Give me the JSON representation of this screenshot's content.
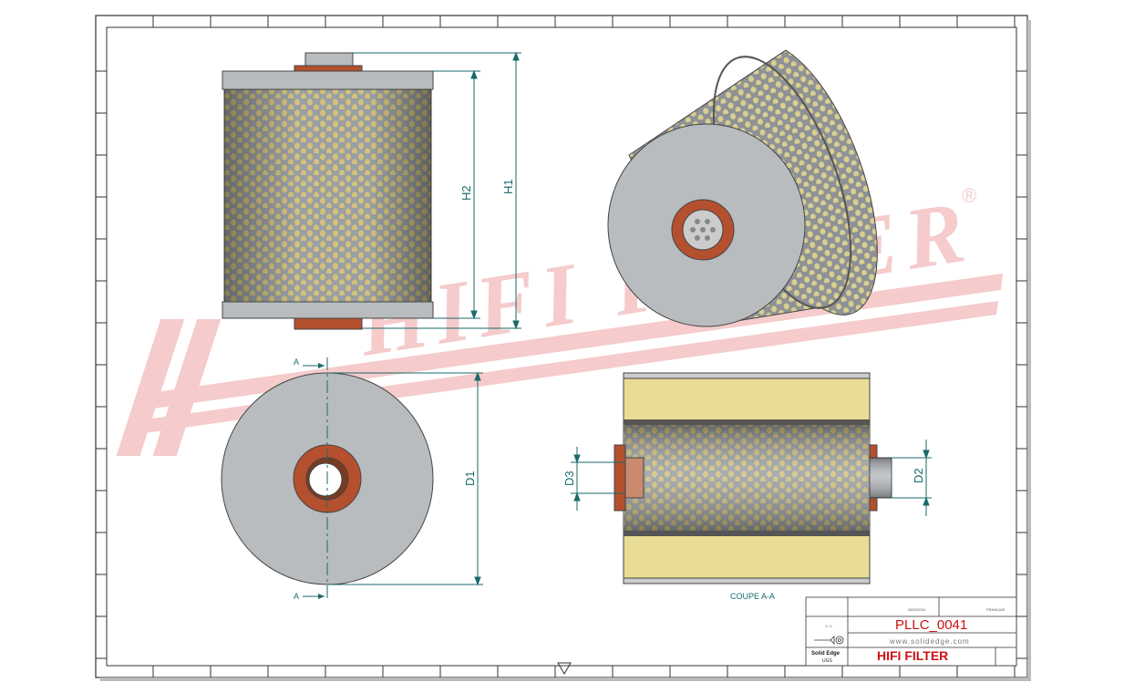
{
  "watermark": {
    "text": "HIFI FILTER",
    "registered": "®"
  },
  "dimensions": {
    "h1": "H1",
    "h2": "H2",
    "d1": "D1",
    "d2": "D2",
    "d3": "D3"
  },
  "section": {
    "marker": "A",
    "caption": "COUPE A-A"
  },
  "title_block": {
    "date": "28/03/2011",
    "language": "FRANCAIS",
    "scale": "1 / 1",
    "part_number": "PLLC_0041",
    "website": "www.solidedge.com",
    "software_line1": "Solid Edge",
    "software_line2": "UGS",
    "brand": "HIFI FILTER"
  },
  "colors": {
    "metal": "#b8bcbf",
    "holes": "#d4c27a",
    "seal": "#b5502e",
    "media": "#e9dc95",
    "dimension": "#1a6a6a",
    "watermark": "#f4c6c6",
    "brand_text": "#cc1111"
  }
}
